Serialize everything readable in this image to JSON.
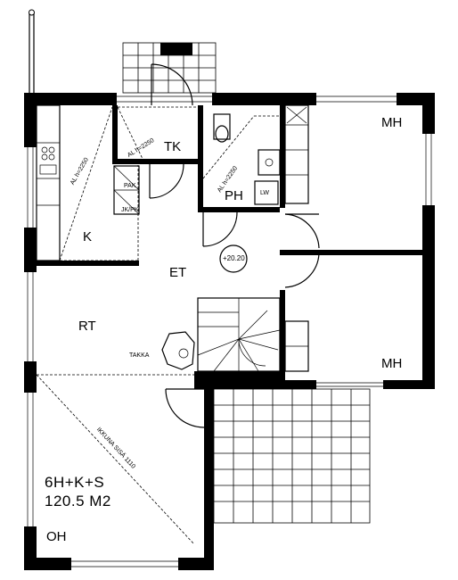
{
  "rooms": {
    "tk": "TK",
    "ph": "PH",
    "mh_top": "MH",
    "mh_bottom": "MH",
    "k": "K",
    "et": "ET",
    "rt": "RT",
    "oh": "OH"
  },
  "annotations": {
    "al_tk": "AL h=2250",
    "al_k": "AL h=2250",
    "al_ph": "AL h=2250",
    "lw": "LW",
    "pak": "PAK",
    "jk_pk": "JK/PK",
    "takka": "TAKKA",
    "level": "+20.20",
    "ikkuna": "IKKUNA SISÄ 1110"
  },
  "summary": {
    "type": "6H+K+S",
    "area": "120.5 M2"
  }
}
